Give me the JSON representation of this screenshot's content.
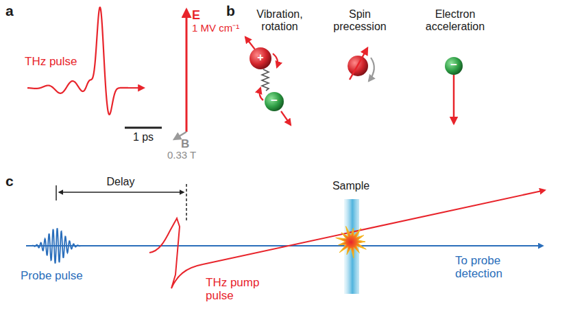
{
  "diagram": {
    "labels": [
      "a",
      "THz pulse",
      "E",
      "1 MV cm⁻¹",
      "B",
      "0.33 T",
      "1 ps",
      "b",
      "Vibration, rotation",
      "Spin precession",
      "Electron acceleration",
      "+",
      "−",
      "−",
      "c",
      "Delay",
      "Sample",
      "Probe pulse",
      "THz pump pulse",
      "To probe detection"
    ]
  }
}
